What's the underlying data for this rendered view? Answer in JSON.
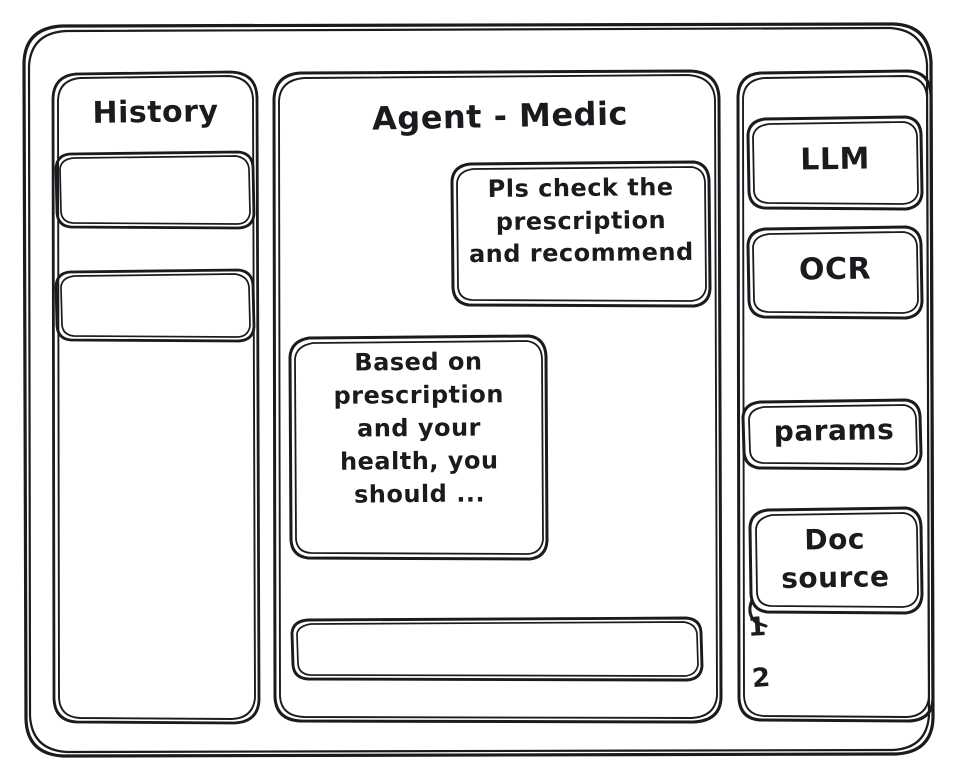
{
  "window": {
    "style": "hand-drawn-wireframe",
    "stroke_color": "#1b1b1f",
    "background_color": "#ffffff"
  },
  "sidebar_left": {
    "title": "History",
    "items": [
      {
        "label": ""
      },
      {
        "label": ""
      }
    ]
  },
  "main": {
    "title": "Agent - Medic",
    "messages": [
      {
        "role": "user",
        "align": "right",
        "text": "Pls check the\nprescription\nand recommend"
      },
      {
        "role": "agent",
        "align": "left",
        "text": "Based on\nprescription\nand your\nhealth, you\nshould ..."
      }
    ],
    "composer": {
      "value": "",
      "placeholder": ""
    }
  },
  "sidebar_right": {
    "tools": [
      {
        "label": "LLM"
      },
      {
        "label": "OCR"
      }
    ],
    "params": {
      "label": "params"
    },
    "doc_source": {
      "label": "Doc\nsource",
      "items": [
        {
          "label": "1"
        },
        {
          "label": "2"
        }
      ]
    }
  }
}
